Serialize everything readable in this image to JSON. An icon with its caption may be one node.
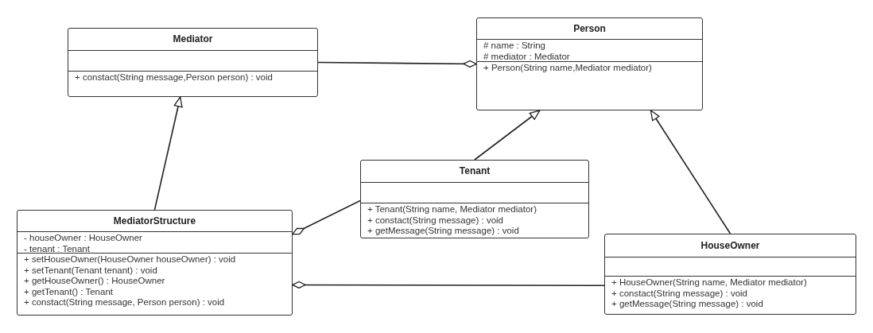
{
  "diagram": {
    "nodes": [
      {
        "text": [
          "Mediator"
        ]
      },
      {
        "text": [],
        "shape": "box",
        "in": 0
      },
      {
        "text": [
          "+ constact(String message,Person person) : void"
        ],
        "in": 0
      },
      {
        "text": [
          "Person"
        ]
      },
      {
        "text": [
          "# name : String",
          "# mediator : Mediator"
        ],
        "in": 3
      },
      {
        "text": [
          "+ Person(String name,Mediator mediator)"
        ],
        "in": 3
      },
      {
        "text": [
          "Tenant"
        ]
      },
      {
        "text": [],
        "shape": "box",
        "in": 6
      },
      {
        "text": [
          "+ Tenant(String name, Mediator mediator)",
          "+ constact(String message) : void",
          "+ getMessage(String message) : void"
        ],
        "in": 6
      },
      {
        "text": [
          "MediatorStructure"
        ]
      },
      {
        "text": [
          "- houseOwner : HouseOwner",
          "- tenant : Tenant"
        ],
        "in": 9
      },
      {
        "text": [
          "+ setHouseOwner(HouseOwner houseOwner) : void",
          "+ setTenant(Tenant tenant) : void",
          "+ getHouseOwner() : HouseOwner",
          "+ getTenant() : Tenant",
          "+ constact(String message, Person person) : void"
        ],
        "in": 9
      },
      {
        "text": [
          "HouseOwner"
        ]
      },
      {
        "text": [],
        "shape": "box",
        "in": 12
      },
      {
        "text": [
          "+ HouseOwner(String name, Mediator mediator)",
          "+ constact(String message) : void",
          "+ getMessage(String message) : void"
        ],
        "in": 12
      }
    ],
    "edges": [
      {
        "from": 0,
        "to": 3,
        "arrow": "other"
      },
      {
        "from": 9,
        "to": 0,
        "arrow": "to"
      },
      {
        "from": 6,
        "to": 3,
        "arrow": "to"
      },
      {
        "from": 12,
        "to": 3,
        "arrow": "to"
      },
      {
        "from": 6,
        "to": 9,
        "arrow": "other"
      },
      {
        "from": 12,
        "to": 9,
        "arrow": "other"
      }
    ]
  }
}
